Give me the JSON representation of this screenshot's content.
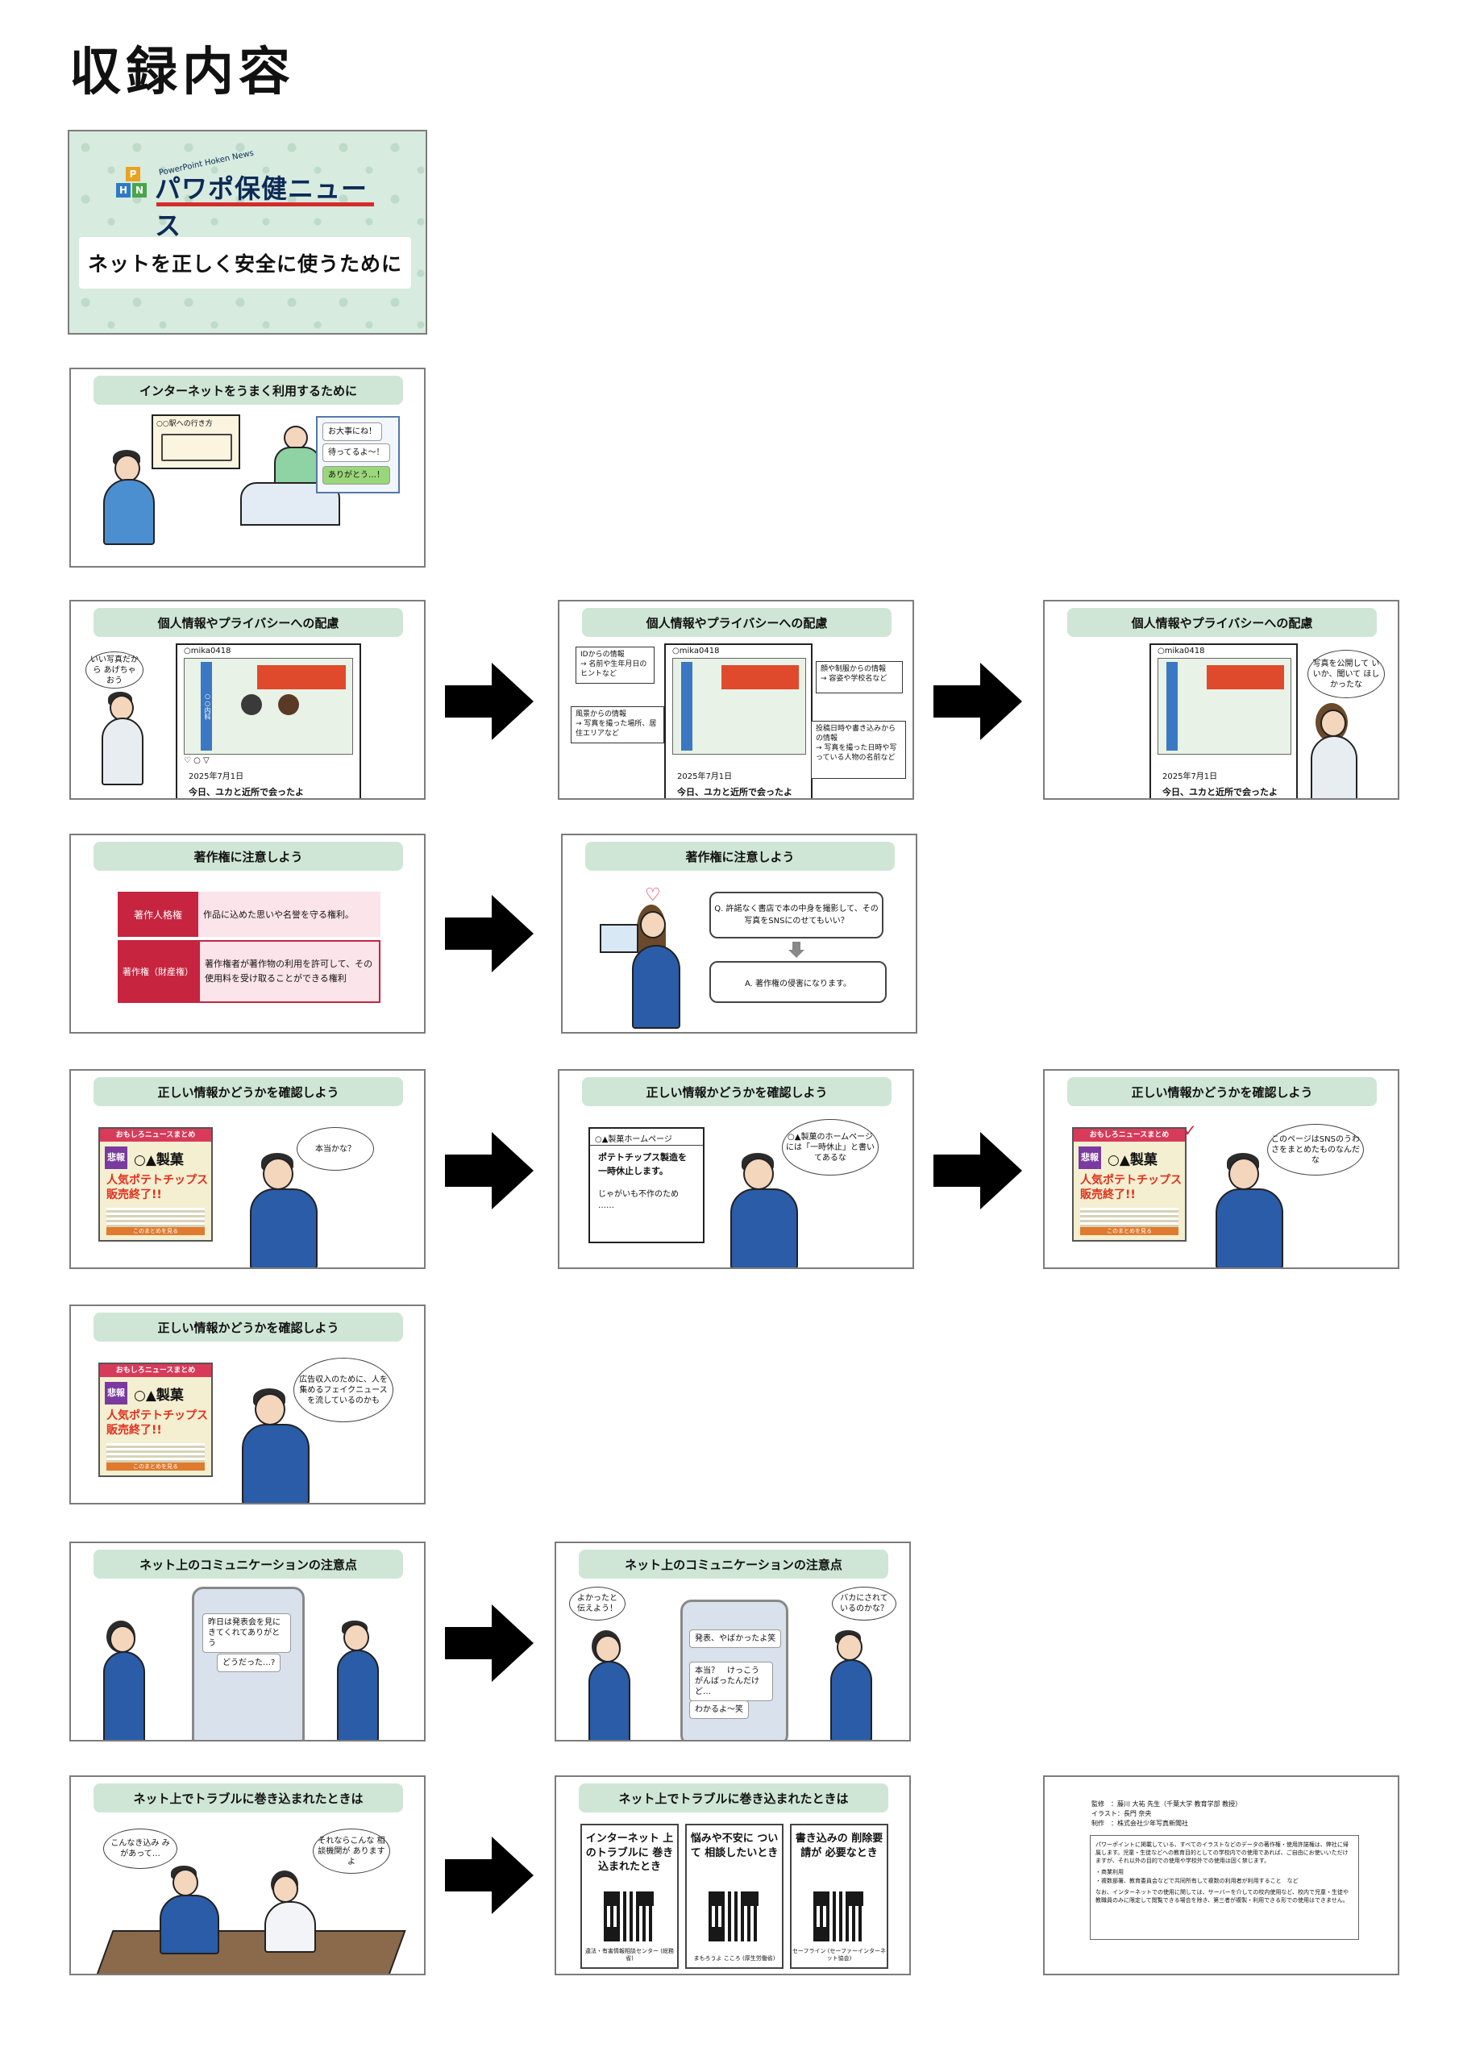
{
  "page_title": "収録内容",
  "cover": {
    "logo_sub": "PowerPoint Hoken News",
    "logo_name": "パワポ保健ニュース",
    "logo_letters": [
      "P",
      "H",
      "N"
    ],
    "title": "ネットを正しく安全に使うために"
  },
  "s1": {
    "title": "インターネットをうまく利用するために",
    "map_label": "○○駅への行き方",
    "msg1": "お大事にね！",
    "msg2": "待ってるよ～！",
    "msg3": "ありがとう…！"
  },
  "privacy": {
    "title": "個人情報やプライバシーへの配慮",
    "user": "○mika0418",
    "date": "2025年7月1日",
    "caption": "今日、ユカと近所で会ったよ",
    "sign": "○○内科",
    "bubble1": "いい写真だから あげちゃおう",
    "tag_id": "IDからの情報\n→ 名前や生年月日のヒントなど",
    "tag_bg": "風景からの情報\n→ 写真を撮った場所、居住エリアなど",
    "tag_uniform": "顔や制服からの情報\n→ 容姿や学校名など",
    "tag_time": "投稿日時や書き込みからの情報\n→ 写真を撮った日時や写っている人物の名前など",
    "bubble3": "写真を公開して いいか、聞いて ほしかったな"
  },
  "copyright": {
    "title": "著作権に注意しよう",
    "row1_label": "著作人格権",
    "row1_text": "作品に込めた思いや名誉を守る権利。",
    "row2_label": "著作権（財産権）",
    "row2_text": "著作権者が著作物の利用を許可して、その使用料を受け取ることができる権利",
    "q": "Q. 許諾なく書店で本の中身を撮影して、その写真をSNSにのせてもいい？",
    "a": "A. 著作権の侵害になります。"
  },
  "info": {
    "title": "正しい情報かどうかを確認しよう",
    "news_head": "おもしろニュースまとめ",
    "badge": "悲報",
    "company": "○▲製菓",
    "headline": "人気ポテトチップス 販売終了!!",
    "btn": "このまとめを見る",
    "think1": "本当かな？",
    "hp_title": "○▲製菓ホームページ",
    "hp_line1": "ポテトチップス製造を 一時休止します。",
    "hp_line2": "じゃがいも不作のため",
    "hp_line3": "……",
    "think2": "○▲製菓のホームページには「一時休止」と書いてあるな",
    "think3": "このページはSNSのうわさをまとめたものなんだな",
    "think4": "広告収入のために、人を集めるフェイクニュースを流しているのかも"
  },
  "comm": {
    "title": "ネット上のコミュニケーションの注意点",
    "m1": "昨日は発表会を見に きてくれてありがとう",
    "m2": "どうだった…?",
    "b1": "よかったと 伝えよう！",
    "b2": "バカにされて いるのかな？",
    "m3": "発表、やばかったよ笑",
    "m4": "本当？　けっこう がんばったんだけど…",
    "m5": "わかるよ～笑"
  },
  "trouble": {
    "title": "ネット上でトラブルに巻き込まれたときは",
    "b1": "こんなき込み みがあって…",
    "b2": "それならこんな 相談機関が ありますよ",
    "q1_title": "インターネット 上のトラブルに 巻き込まれたとき",
    "q1_foot": "違法・有害情報相談センター (総務省)",
    "q2_title": "悩みや不安に ついて 相談したいとき",
    "q2_foot": "まもろうよ こころ (厚生労働省)",
    "q3_title": "書き込みの 削除要請が 必要なとき",
    "q3_foot": "セーフライン (セーファーインターネット協会)"
  },
  "credits": {
    "l1": "監修　：藤川 大祐 先生（千葉大学 教育学部 教授）",
    "l2": "イラスト：長門 奈央",
    "l3": "制作　：株式会社少年写真新聞社",
    "p1": "パワーポイントに掲載している、すべてのイラストなどのデータの著作権・使用許諾権は、弊社に帰属します。児童・生徒などへの教育目的としての学校内での使用であれば、ご自由にお使いいただけますが、それ以外の目的での使用や学校外での使用は固く禁じます。",
    "p2": "・商業利用\n・複数部署、教育委員会などで共同所有して複数の利用者が利用すること　など",
    "p3": "なお、インターネットでの使用に関しては、サーバーを介しての校内使用など、校内で児童・生徒や教職員のみに限定して閲覧できる場合を除き、第三者が複製・利用できる形での使用はできません。"
  },
  "colors": {
    "header_green": "#cfe6d6",
    "cover_green": "#d7ebdf",
    "accent_red": "#e0301e",
    "pink_cell": "#fbe4ea",
    "crimson": "#c6243f"
  }
}
